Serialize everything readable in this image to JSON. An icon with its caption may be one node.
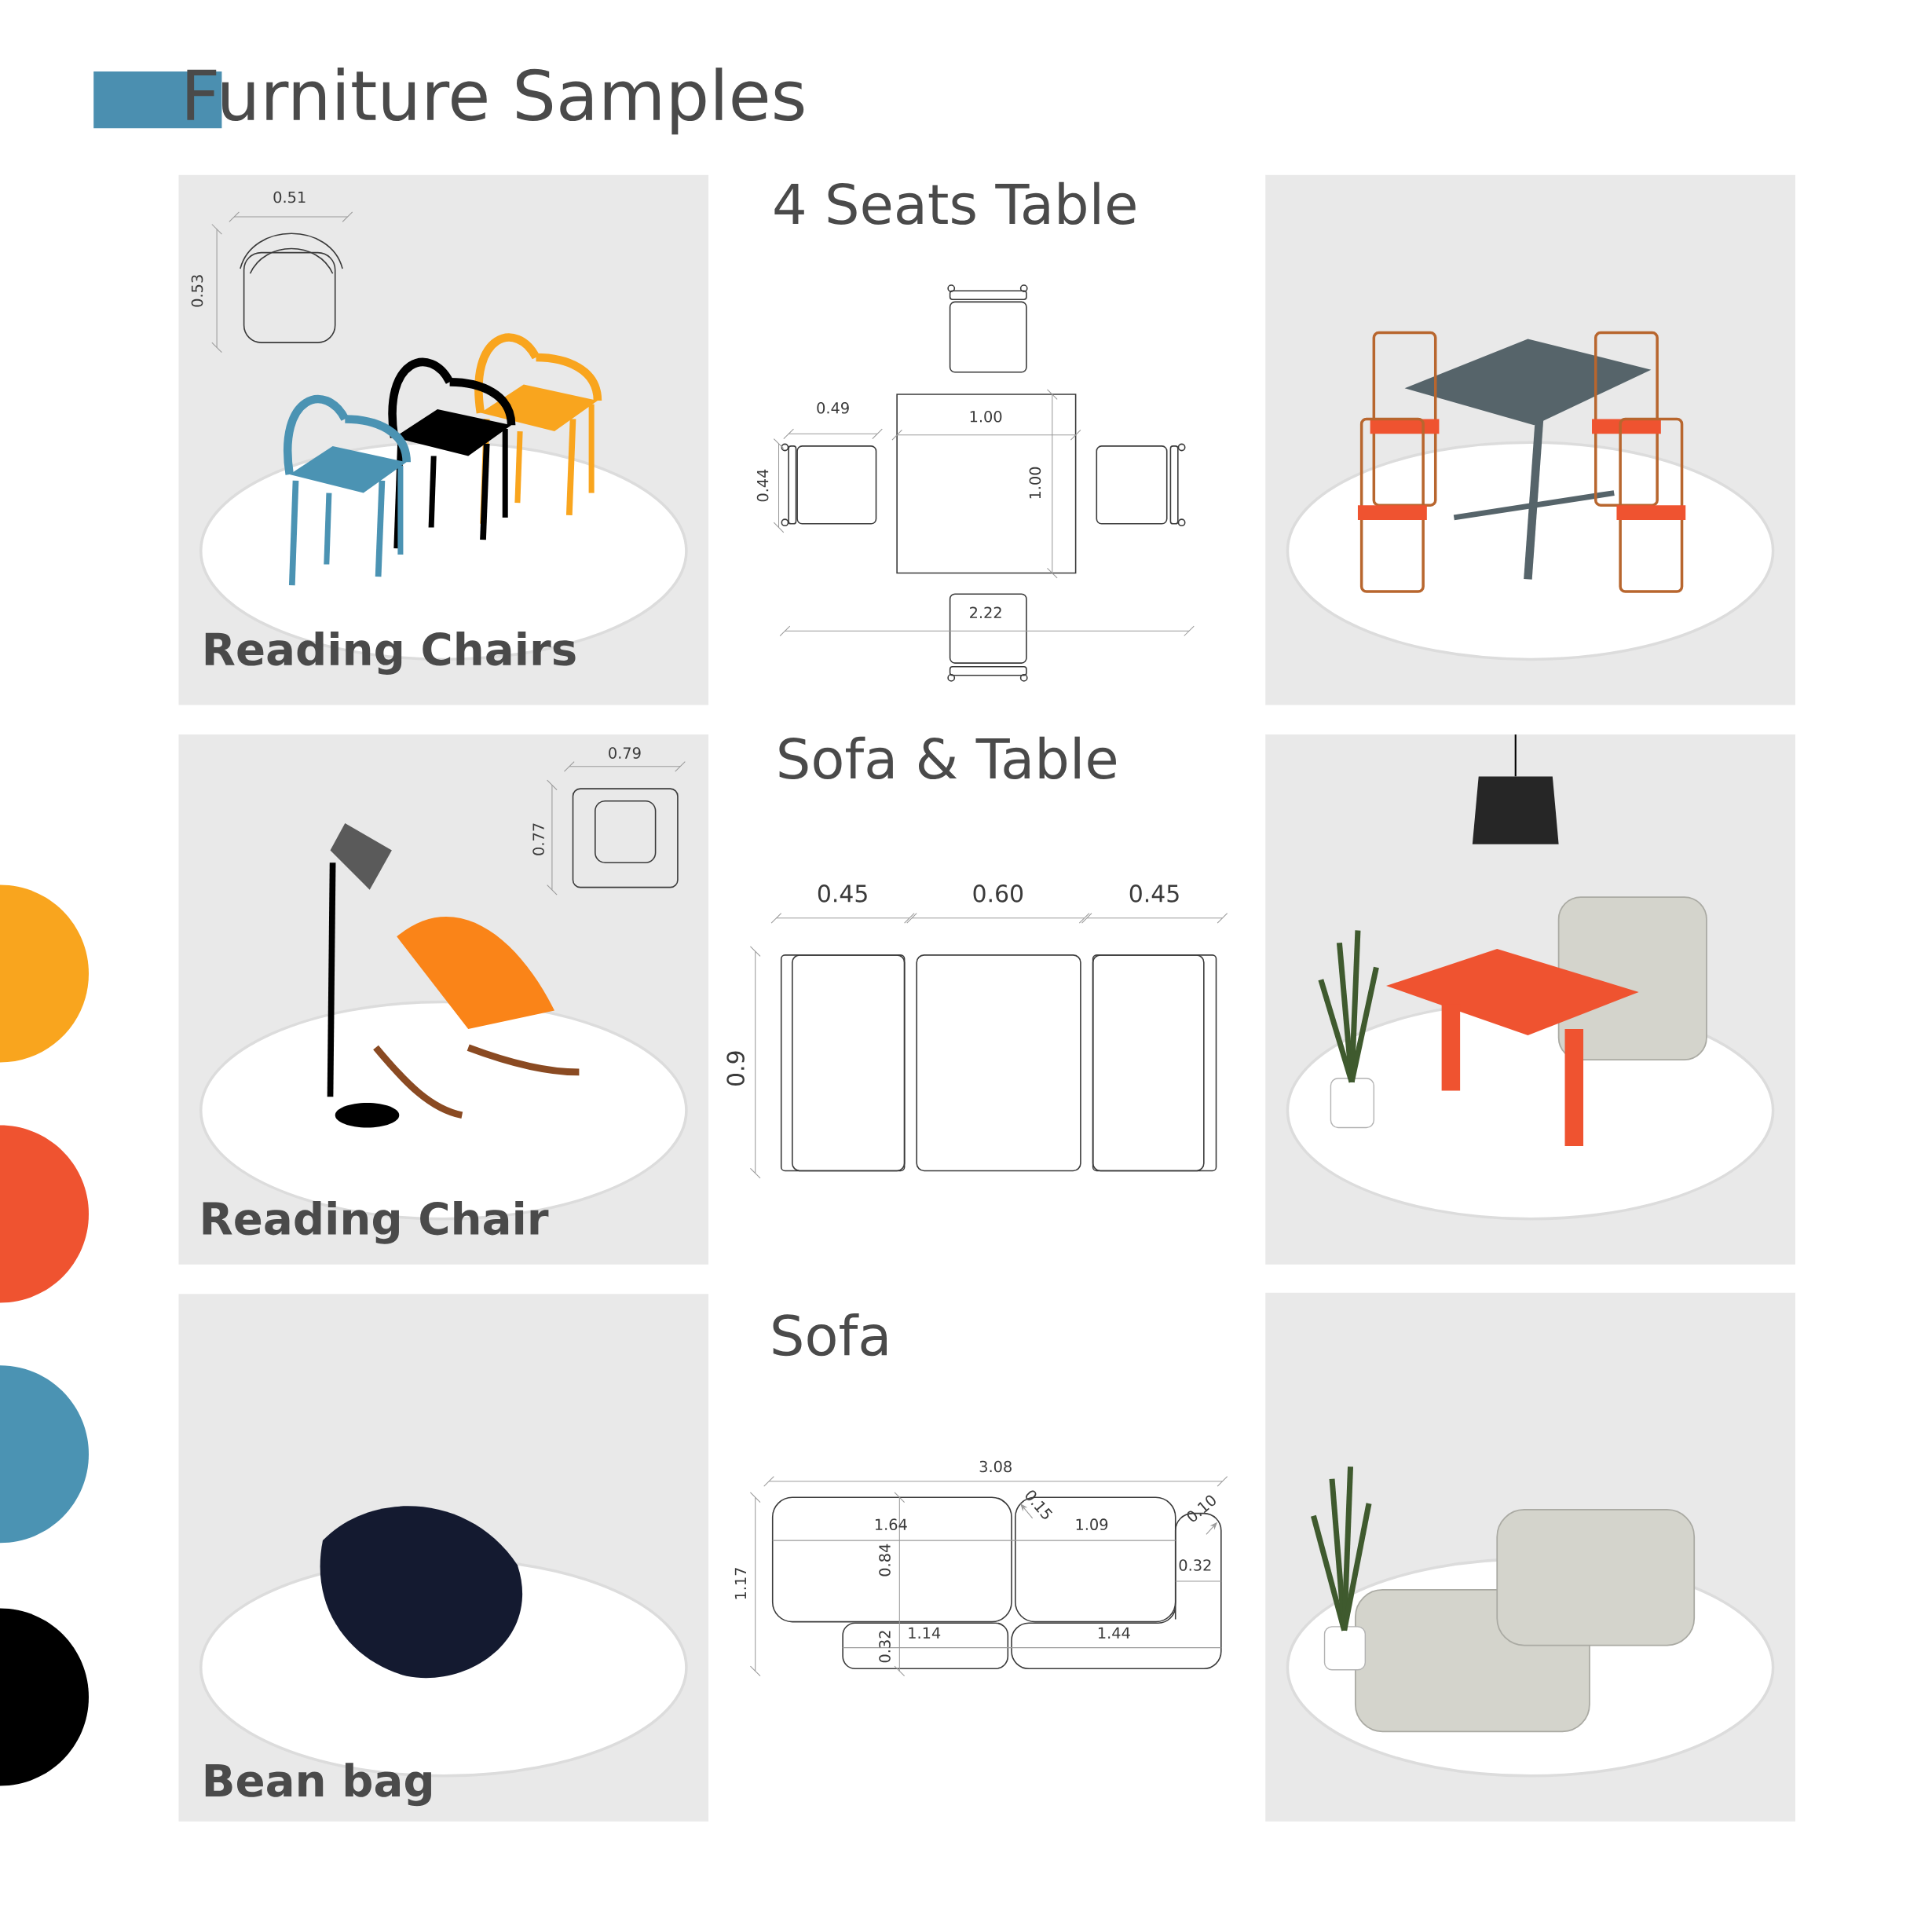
{
  "diagram": {
    "title": "Furniture Samples",
    "labels": [
      "0.51",
      "0.53",
      "4 Seats Table",
      "0.49",
      "1.00",
      "0.44",
      "1.00",
      "2.22",
      "Reading Chairs",
      "Sofa & Table",
      "0.79",
      "0.77",
      "0.45",
      "0.60",
      "0.45",
      "0.9",
      "Reading Chair",
      "Sofa",
      "3.08",
      "0.15",
      "0.10",
      "1.64",
      "1.09",
      "0.84",
      "0.32",
      "1.17",
      "1.14",
      "1.44",
      "0.32",
      "Bean bag"
    ]
  }
}
